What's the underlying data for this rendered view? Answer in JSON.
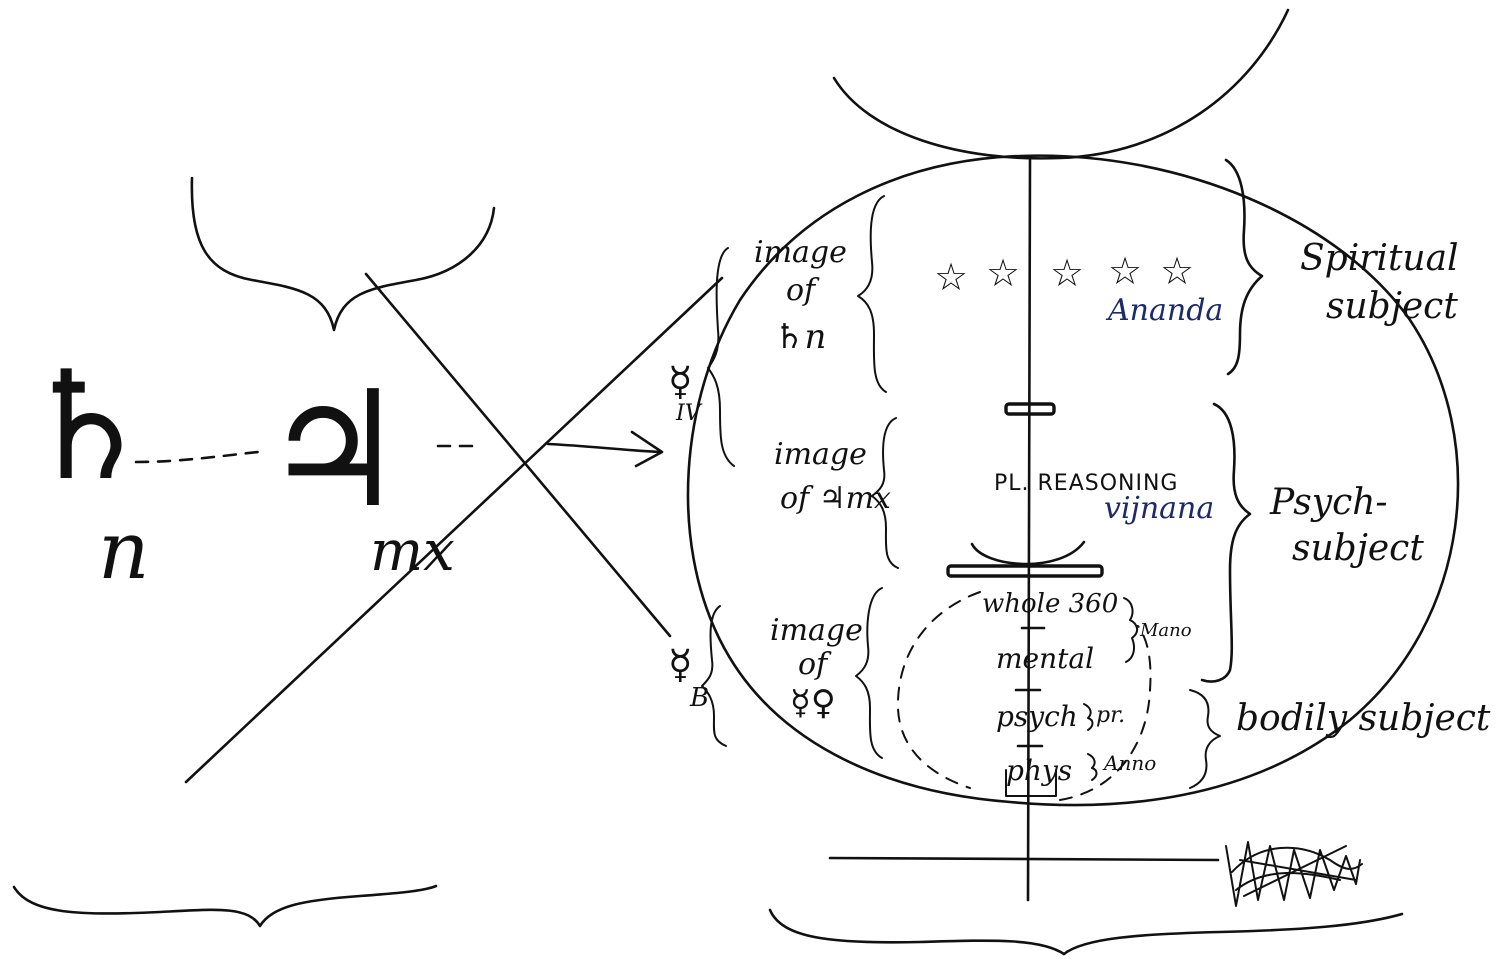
{
  "planets": {
    "saturn": "♄",
    "jupiter": "♃",
    "mercury": "☿",
    "venus": "♀"
  },
  "planet_subscripts": {
    "saturn": "n",
    "jupiter": "mx",
    "mercury_upper": "IV",
    "mercury_lower": "B"
  },
  "left_column": {
    "top": {
      "line1": "image",
      "line2": "of",
      "line3": "♄n"
    },
    "middle": {
      "line1": "image",
      "line2": "of ♃mx"
    },
    "bottom": {
      "line1": "image",
      "line2": "of",
      "line3": "☿♀"
    }
  },
  "upper_zone": {
    "stars": [
      "☆",
      "☆",
      "☆",
      "☆",
      "☆"
    ],
    "label": "Ananda"
  },
  "middle_zone": {
    "caps": "PL. REASONING",
    "label": "vijnana"
  },
  "lower_zone": {
    "row1": "whole 360",
    "row1_bracket": "Mano",
    "row2": "mental",
    "row3": "psych",
    "row3_bracket": "pr.",
    "row4": "phys",
    "row4_bracket": "Anno"
  },
  "right_column": {
    "spiritual": {
      "line1": "Spiritual",
      "line2": "subject"
    },
    "psych": {
      "line1": "Psych-",
      "line2": "subject"
    },
    "bodily": "bodily subject"
  }
}
